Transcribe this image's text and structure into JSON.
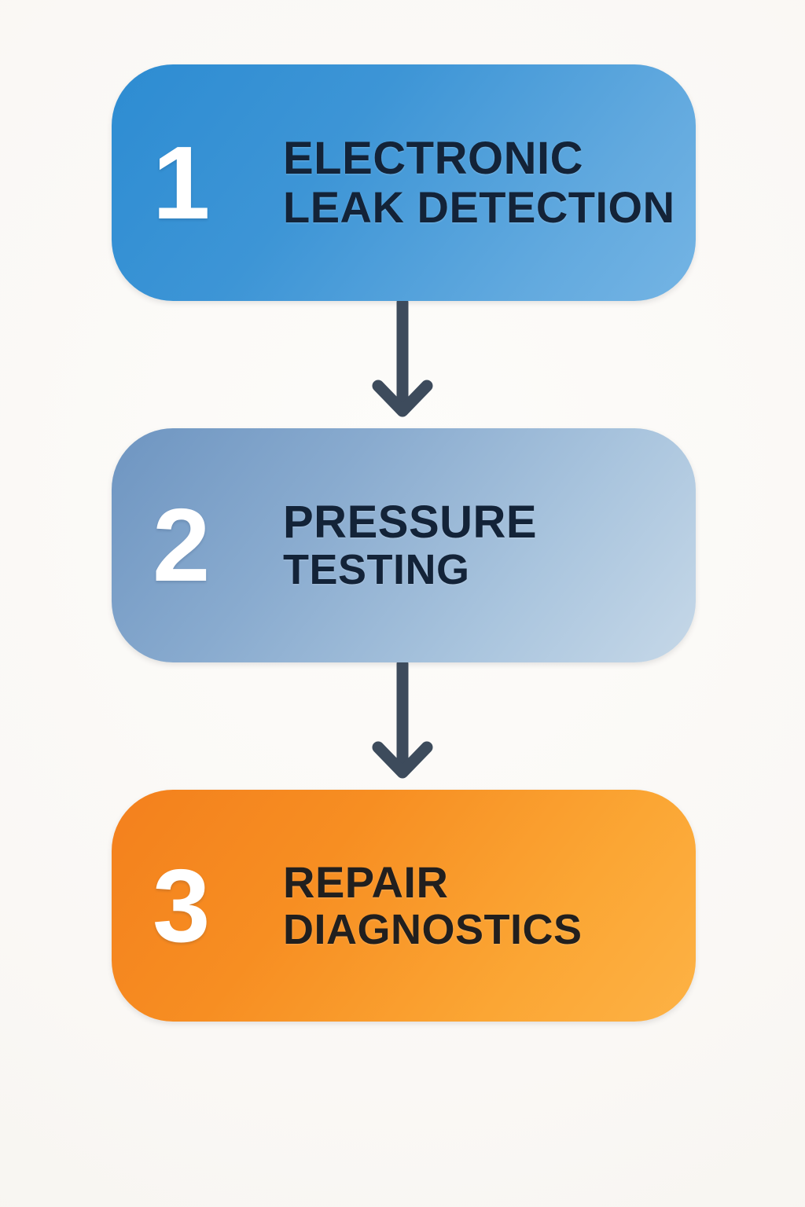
{
  "diagram": {
    "type": "vertical-flowchart",
    "background_color": "#faf8f5",
    "step_count": 3,
    "steps": [
      {
        "number": "1",
        "line1": "ELECTRONIC",
        "line2": "LEAK DETECTION",
        "fill_from": "#2d8cd2",
        "fill_to": "#74b4e4",
        "number_color": "#ffffff",
        "text_color": "#132338"
      },
      {
        "number": "2",
        "line1": "PRESSURE",
        "line2": "TESTING",
        "fill_from": "#6e95c1",
        "fill_to": "#c6d8e8",
        "number_color": "#ffffff",
        "text_color": "#132338"
      },
      {
        "number": "3",
        "line1": "REPAIR",
        "line2": "DIAGNOSTICS",
        "fill_from": "#f3801d",
        "fill_to": "#fdb245",
        "number_color": "#ffffff",
        "text_color": "#211f1e"
      }
    ],
    "connectors": [
      {
        "icon": "arrow-down-icon",
        "color": "#3d4b5c",
        "from_step": "1",
        "to_step": "2"
      },
      {
        "icon": "arrow-down-icon",
        "color": "#3d4b5c",
        "from_step": "2",
        "to_step": "3"
      }
    ]
  }
}
